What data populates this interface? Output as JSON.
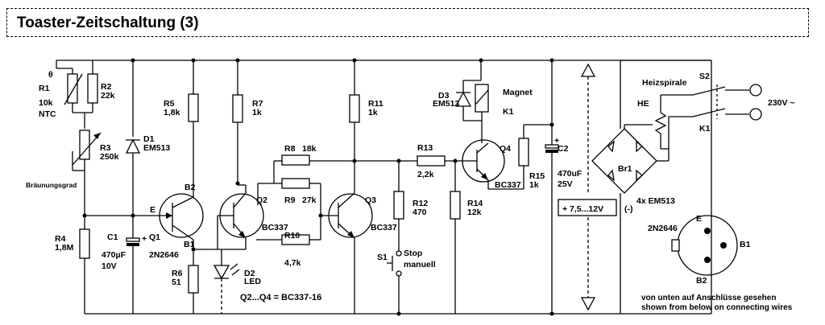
{
  "title": "Toaster-Zeitschaltung (3)",
  "labels": {
    "theta": "θ",
    "r1": "R1",
    "r1_val": "10k",
    "r1_type": "NTC",
    "r2": "R2",
    "r2_val": "22k",
    "r3": "R3",
    "r3_val": "250k",
    "braeunung": "Bräunungsgrad",
    "r4": "R4",
    "r4_val": "1,8M",
    "c1": "C1",
    "c1_val": "470µF",
    "c1_volt": "10V",
    "d1": "D1",
    "d1_type": "EM513",
    "r5": "R5",
    "r5_val": "1,8k",
    "b2": "B2",
    "e_pin": "E",
    "b1": "B1",
    "q1": "Q1",
    "q1_type": "2N2646",
    "r6": "R6",
    "r6_val": "51",
    "d2": "D2",
    "d2_type": "LED",
    "r7": "R7",
    "r7_val": "1k",
    "q2": "Q2",
    "q2_type": "BC337",
    "r8": "R8",
    "r8_val": "18k",
    "r9": "R9",
    "r9_val": "27k",
    "r10": "R10",
    "r10_val": "4,7k",
    "q3": "Q3",
    "q3_type": "BC337",
    "r11": "R11",
    "r11_val": "1k",
    "r12": "R12",
    "r12_val": "470",
    "s1": "S1",
    "stop": "Stop",
    "manuell": "manuell",
    "r13": "R13",
    "r13_val": "2,2k",
    "r14": "R14",
    "r14_val": "12k",
    "d3": "D3",
    "d3_type": "EM513",
    "magnet": "Magnet",
    "k1": "K1",
    "q4": "Q4",
    "q4_type": "BC337",
    "r15": "R15",
    "r15_val": "1k",
    "c2": "C2",
    "c2_val": "470uF",
    "c2_volt": "25V",
    "supply": "+ 7,5...12V",
    "minus": "(-)",
    "heizspirale": "Heizspirale",
    "he": "HE",
    "s2": "S2",
    "k1b": "K1",
    "mains": "230V ~",
    "br1": "Br1",
    "bridge_diodes": "4x EM513",
    "transistors_note": "Q2...Q4 = BC337-16",
    "pkg_type": "2N2646",
    "pkg_e": "E",
    "pkg_b1": "B1",
    "pkg_b2": "B2",
    "view_de": "von unten auf Anschlüsse gesehen",
    "view_en": "shown from below on connecting wires"
  }
}
